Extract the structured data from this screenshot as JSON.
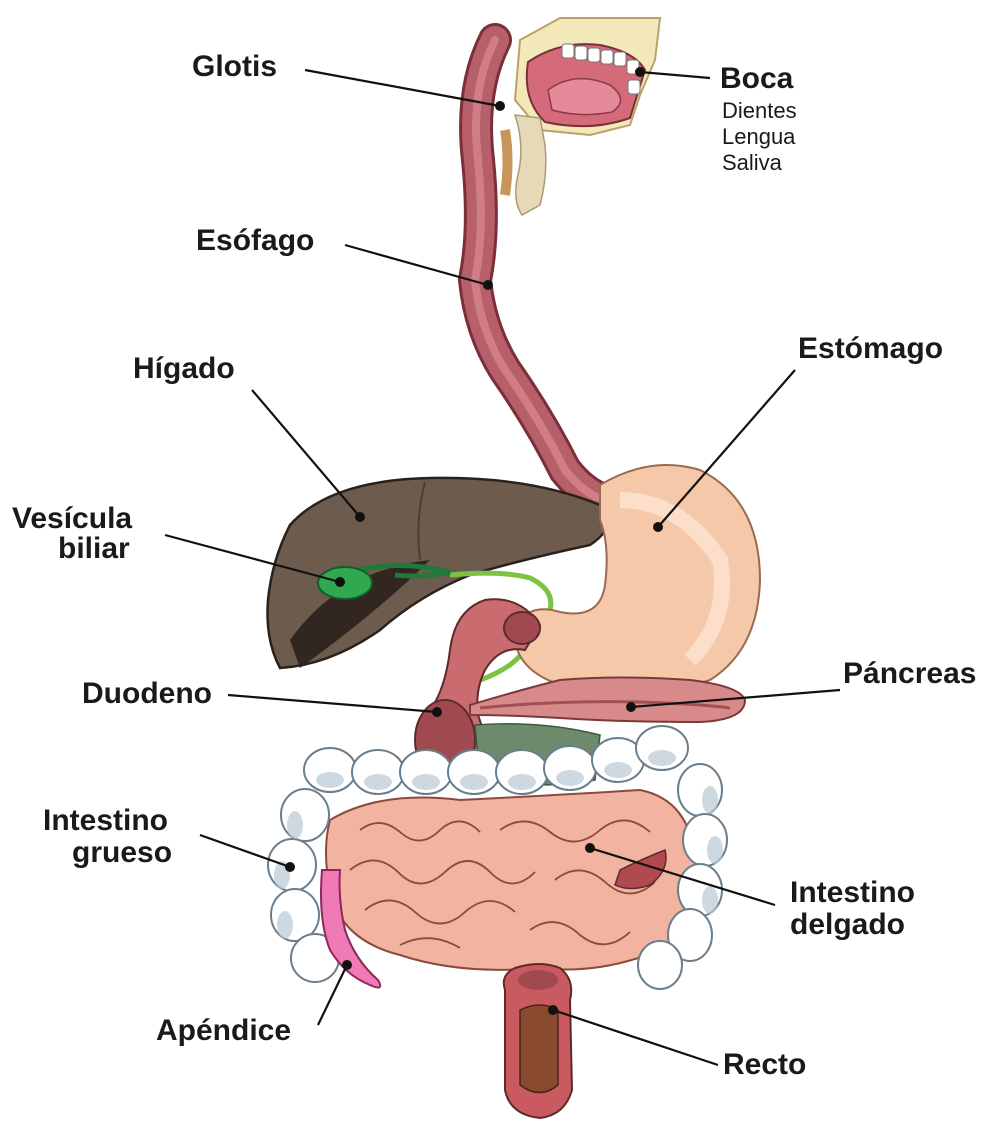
{
  "labels": {
    "glotis": "Glotis",
    "boca": "Boca",
    "dientes": "Dientes",
    "lengua": "Lengua",
    "saliva": "Saliva",
    "esofago": "Esófago",
    "estomago": "Estómago",
    "higado": "Hígado",
    "vesicula_line1": "Vesícula",
    "vesicula_line2": "biliar",
    "duodeno": "Duodeno",
    "pancreas": "Páncreas",
    "intestino_grueso_line1": "Intestino",
    "intestino_grueso_line2": "grueso",
    "intestino_delgado_line1": "Intestino",
    "intestino_delgado_line2": "delgado",
    "apendice": "Apéndice",
    "recto": "Recto"
  },
  "colors": {
    "esophagus": "#b7606a",
    "esophagus_inner": "#8e3f4a",
    "mouth_skin": "#f3e9b8",
    "tongue": "#e58a98",
    "liver": "#6d5c4e",
    "liver_dark": "#2a211c",
    "gallbladder": "#2fa84f",
    "bile_duct": "#7cc243",
    "stomach": "#f4c8a8",
    "stomach_light": "#fde8d8",
    "duodenum": "#c96b6f",
    "pancreas": "#d88a8a",
    "large_intestine": "#ffffff",
    "large_intestine_shade": "#b8c8d4",
    "small_intestine": "#f2b4a0",
    "small_intestine_line": "#8a4a3e",
    "appendix": "#f07ab6",
    "rectum": "#c95a60",
    "rectum_inner": "#8a4a30",
    "mesentery": "#6e8a6c"
  }
}
